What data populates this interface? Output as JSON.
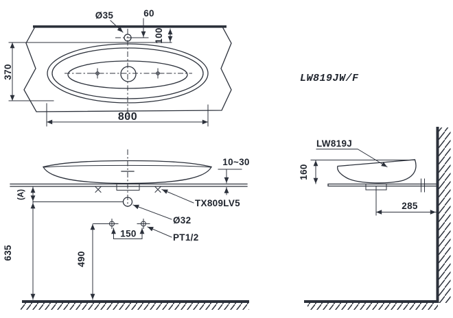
{
  "product": {
    "code": "LW819JW/F",
    "basin_model": "LW819J",
    "faucet_model": "TX809LV5"
  },
  "plan_view": {
    "faucet_hole_diameter": "Ø35",
    "faucet_hole_offset": "60",
    "rim_to_wall": "100",
    "basin_depth": "370",
    "basin_width": "800"
  },
  "front_view": {
    "counter_thickness_range": "10~30",
    "drain_diameter": "Ø32",
    "supply_thread": "PT1/2",
    "supply_spacing": "150",
    "supply_height": "490",
    "drain_height": "635",
    "counter_to_drain": "(A)"
  },
  "side_view": {
    "basin_height": "160",
    "drain_center_to_wall": "285"
  },
  "colors": {
    "line": "#2c313b",
    "text": "#20252e",
    "background": "#ffffff"
  }
}
